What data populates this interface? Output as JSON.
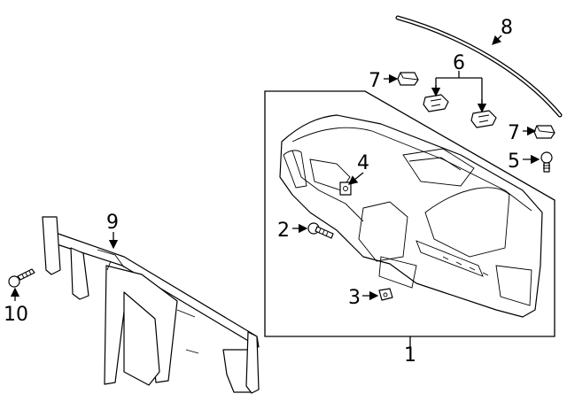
{
  "diagram": {
    "callouts": [
      {
        "id": "c1",
        "label": "1"
      },
      {
        "id": "c2",
        "label": "2"
      },
      {
        "id": "c3",
        "label": "3"
      },
      {
        "id": "c4",
        "label": "4"
      },
      {
        "id": "c5",
        "label": "5"
      },
      {
        "id": "c6",
        "label": "6"
      },
      {
        "id": "c7a",
        "label": "7"
      },
      {
        "id": "c7b",
        "label": "7"
      },
      {
        "id": "c8",
        "label": "8"
      },
      {
        "id": "c9",
        "label": "9"
      },
      {
        "id": "c10",
        "label": "10"
      }
    ]
  }
}
